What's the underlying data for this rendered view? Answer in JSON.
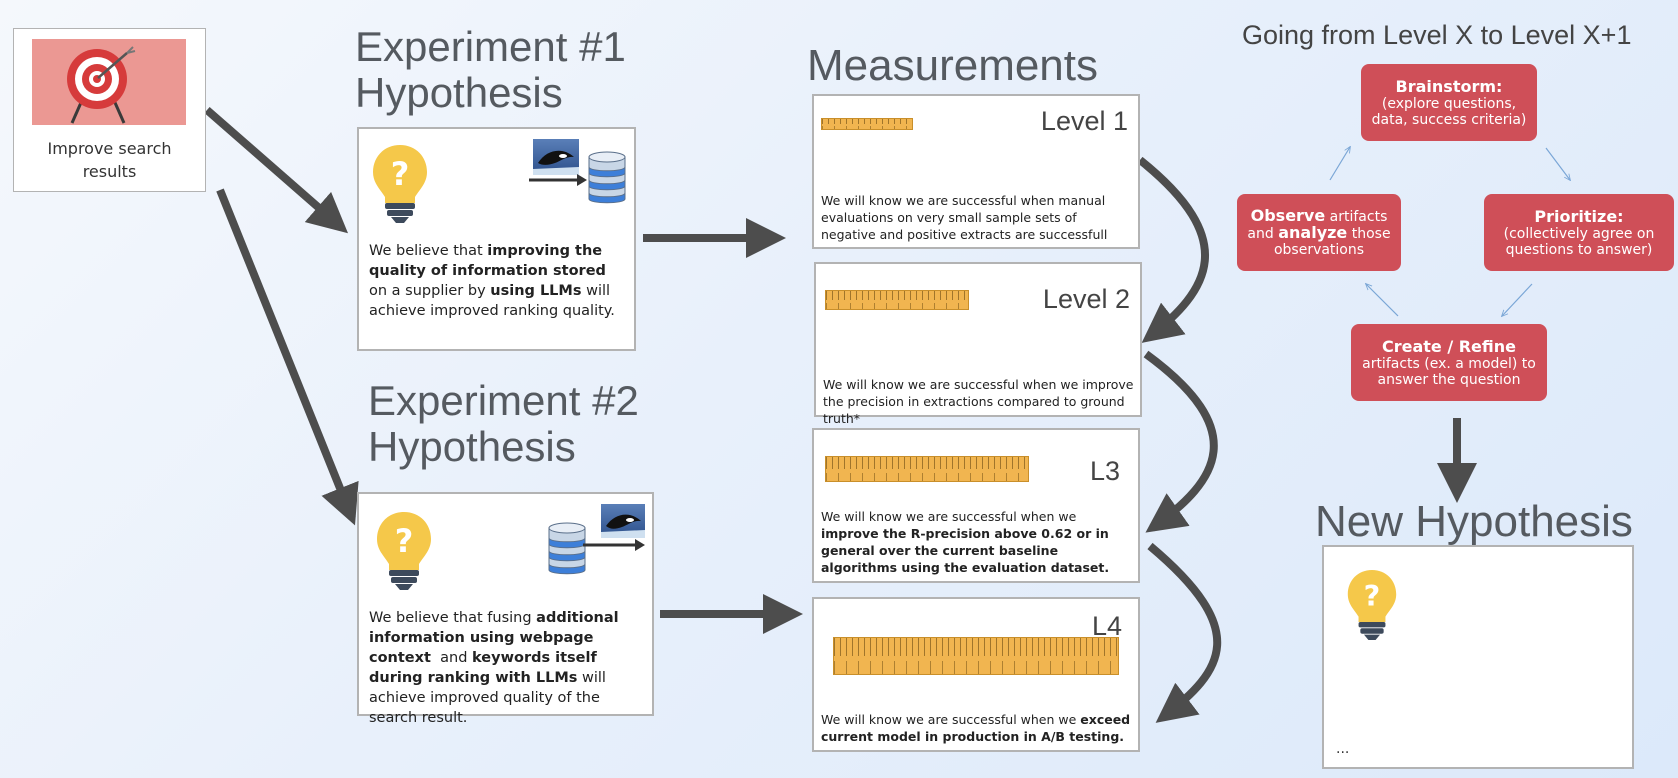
{
  "goal": {
    "label": "Improve search results",
    "icon": "target-icon"
  },
  "experiment1": {
    "title_line1": "Experiment #1",
    "title_line2": "Hypothesis",
    "text_1": "We believe that ",
    "bold_1": "improving the quality of information stored",
    "text_2": " on a supplier by ",
    "bold_2": "using LLMs",
    "text_3": " will achieve improved ranking quality."
  },
  "experiment2": {
    "title_line1": "Experiment #2",
    "title_line2": "Hypothesis",
    "text_1": "We believe that fusing ",
    "bold_1": "additional information using webpage context",
    "text_2": "  and ",
    "bold_2": "keywords itself during ranking with LLMs",
    "text_3": " will achieve improved quality of the search result."
  },
  "measurements": {
    "title": "Measurements",
    "levels": [
      {
        "label": "Level 1",
        "text": "We will know we are successful when manual evaluations on very small sample sets of negative and positive extracts are successfull",
        "bold": ""
      },
      {
        "label": "Level 2",
        "text": "We will know we are successful when we improve the precision in extractions compared to ground truth*",
        "bold": ""
      },
      {
        "label": "L3",
        "text": "We will know we are successful when we ",
        "bold": "improve the R-precision above 0.62 or in general over the current baseline algorithms using the evaluation dataset."
      },
      {
        "label": "L4",
        "text": "We will know we are successful when we ",
        "bold": "exceed current model in production in A/B testing."
      }
    ]
  },
  "cycle": {
    "title": "Going from Level X to Level X+1",
    "brainstorm": {
      "title": "Brainstorm:",
      "desc": "(explore questions, data, success criteria)"
    },
    "prioritize": {
      "title": "Prioritize:",
      "desc": "(collectively agree on questions to answer)"
    },
    "create": {
      "title": "Create / Refine",
      "desc": "artifacts (ex. a model) to answer the question"
    },
    "observe": {
      "bold_1": "Observe",
      "text_1": " artifacts and ",
      "bold_2": "analyze",
      "text_2": " those observations"
    }
  },
  "new_hypothesis": {
    "title": "New Hypothesis",
    "text": "..."
  },
  "colors": {
    "accent_red": "#cf4f58",
    "arrow_gray": "#4d4d4d",
    "bulb_yellow": "#f5c84a"
  }
}
